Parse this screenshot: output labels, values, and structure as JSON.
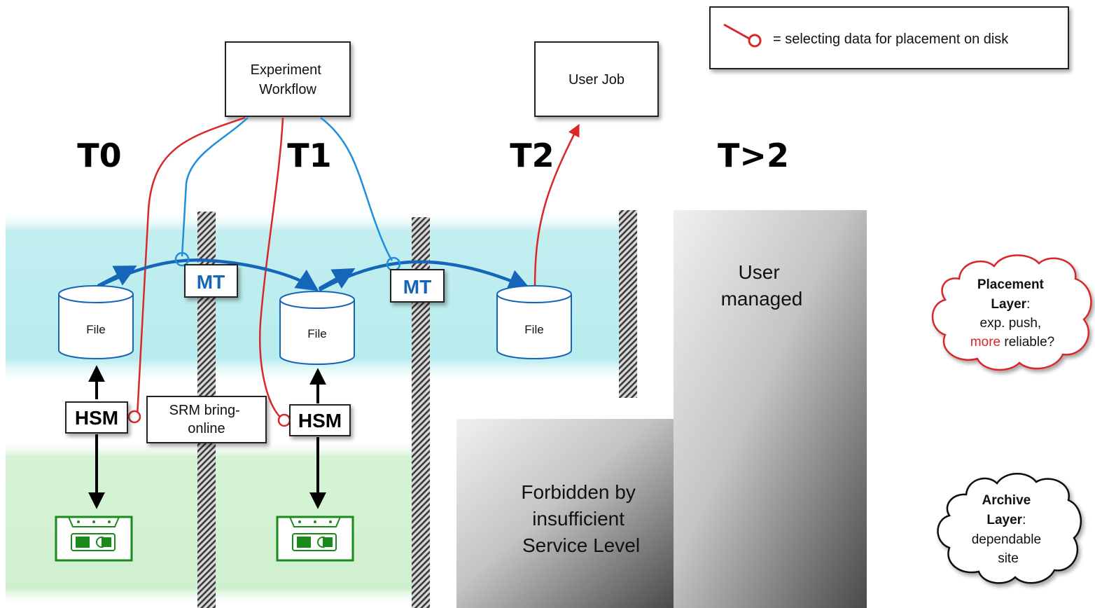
{
  "legend": {
    "text": "= selecting data for placement on disk"
  },
  "boxes": {
    "experiment_workflow": [
      "Experiment",
      "Workflow"
    ],
    "user_job": "User Job",
    "srm_bring_online": [
      "SRM bring-",
      "online"
    ]
  },
  "tiers": [
    "T0",
    "T1",
    "T2",
    "T>2"
  ],
  "file_label": "File",
  "mt_label": "MT",
  "hsm_label": "HSM",
  "regions": {
    "user_managed": [
      "User",
      "managed"
    ],
    "forbidden": [
      "Forbidden by",
      "insufficient",
      "Service Level"
    ]
  },
  "clouds": {
    "placement": {
      "title": "Placement",
      "title2": "Layer",
      "colon": ":",
      "line3": "exp. push,",
      "more": "more",
      "line4_rest": " reliable?"
    },
    "archive": {
      "title": "Archive",
      "title2": "Layer",
      "colon": ":",
      "line3": "dependable",
      "line4": "site"
    }
  },
  "colors": {
    "workflow_red": "#d8282a",
    "workflow_blue": "#1e8fdc",
    "flow_arrow": "#1565b8",
    "tape_green": "#1a8a1a",
    "placement_band": "#bfeef0",
    "archive_band": "#d2f2d2"
  }
}
